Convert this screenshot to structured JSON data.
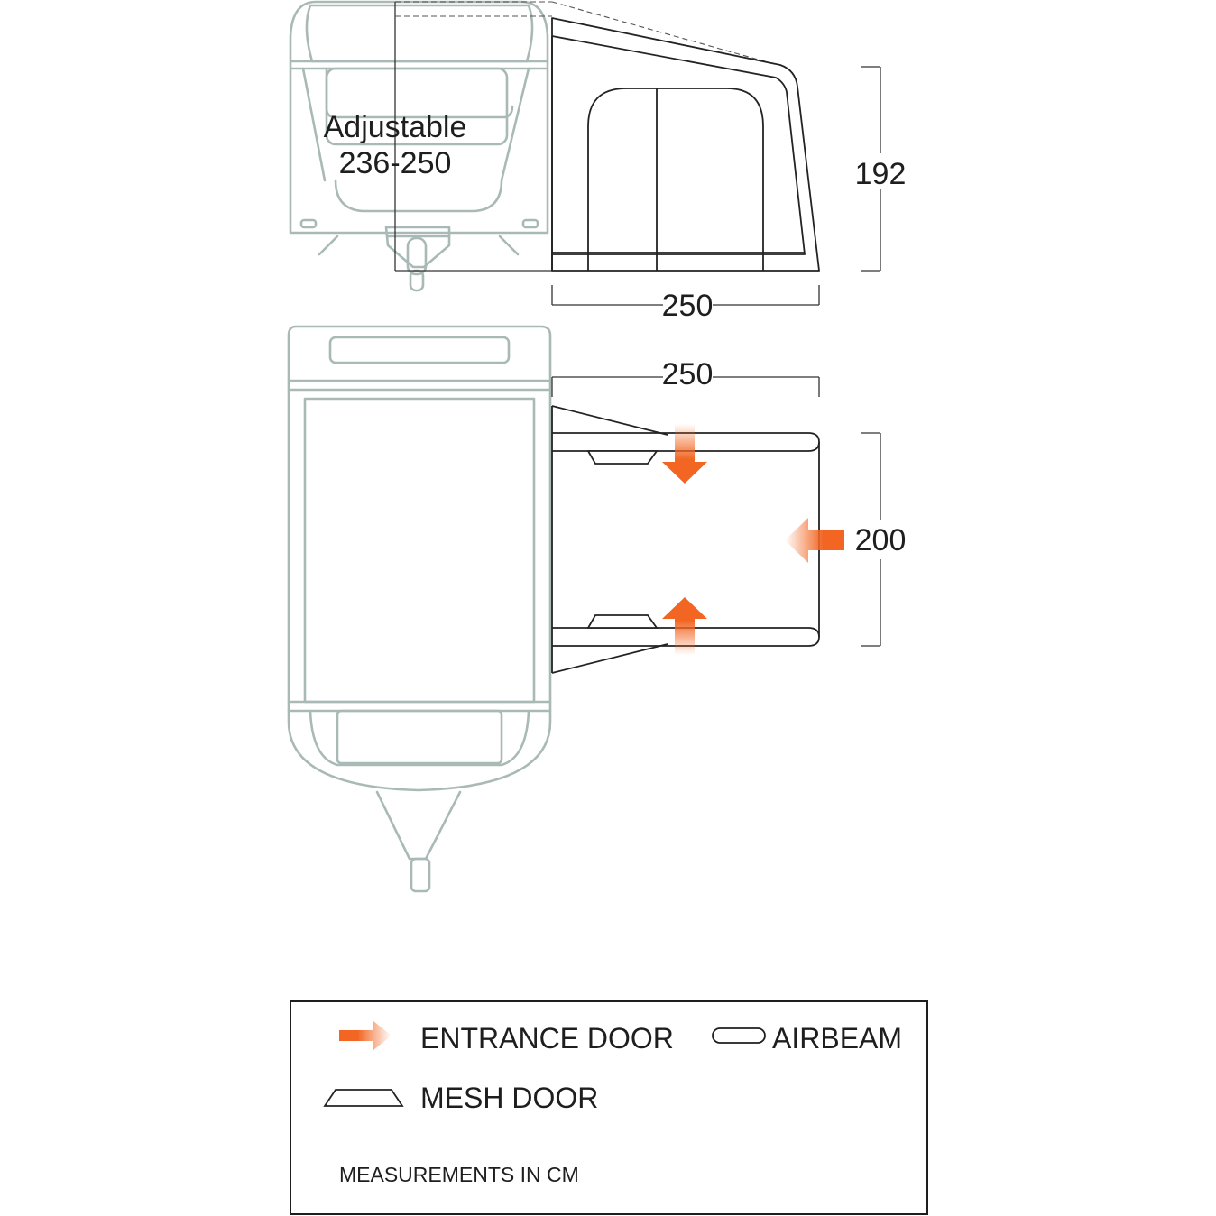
{
  "side_view": {
    "adjustable_label": "Adjustable",
    "adjustable_range": "236-250",
    "height_label": "192",
    "width_label": "250"
  },
  "top_view": {
    "width_label": "250",
    "depth_label": "200"
  },
  "legend": {
    "entrance_door_label": "ENTRANCE DOOR",
    "airbeam_label": "AIRBEAM",
    "mesh_door_label": "MESH DOOR",
    "measurements_note": "MEASUREMENTS IN CM"
  },
  "colors": {
    "arrow": "#f26522",
    "caravan_outline": "#a9bab6",
    "awning_outline": "#232323"
  }
}
